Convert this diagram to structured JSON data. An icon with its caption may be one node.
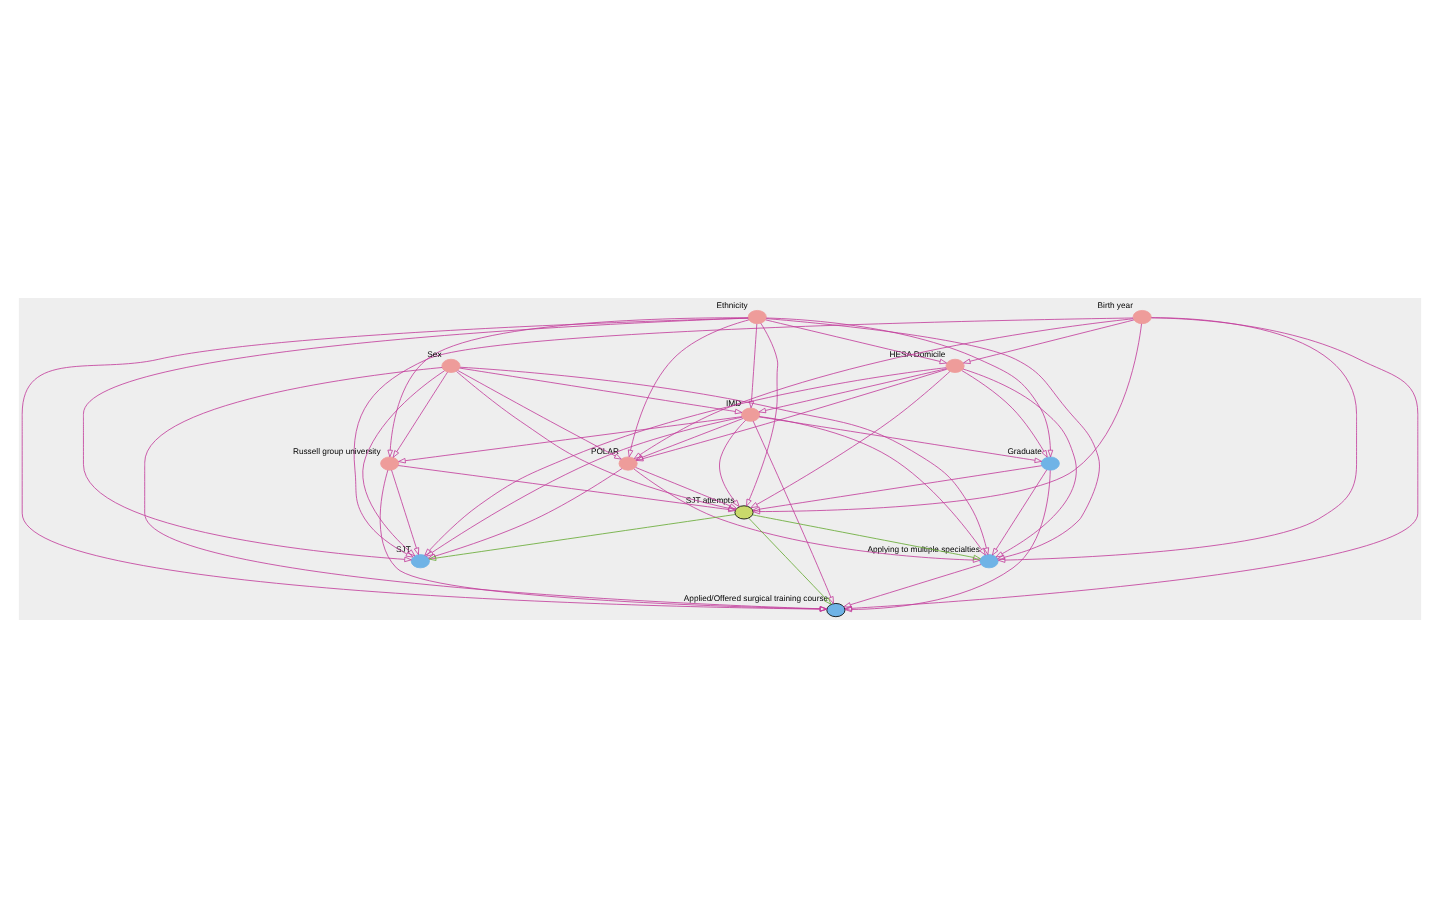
{
  "diagram": {
    "nodes": [
      {
        "text": [],
        "shape": "circle",
        "beside": [
          "Birth year"
        ]
      },
      {
        "text": [],
        "shape": "circle",
        "beside": [
          "HESA Domicile"
        ]
      },
      {
        "text": [],
        "shape": "circle",
        "beside": [
          "Ethnicity"
        ]
      },
      {
        "text": [],
        "shape": "circle",
        "beside": [
          "Graduate"
        ]
      },
      {
        "text": [],
        "shape": "circle",
        "beside": [
          "Sex"
        ]
      },
      {
        "text": [],
        "shape": "circle",
        "beside": [
          "IMD"
        ]
      },
      {
        "text": [],
        "shape": "circle",
        "beside": [
          "Applying to multiple specialties"
        ]
      },
      {
        "text": [],
        "shape": "circle",
        "beside": [
          "POLAR"
        ]
      },
      {
        "text": [],
        "shape": "circle",
        "beside": [
          "Applied/Offered surgical training course"
        ]
      },
      {
        "text": [],
        "shape": "circle",
        "beside": [
          "SJT"
        ]
      },
      {
        "text": [],
        "shape": "circle",
        "beside": [
          "SJT attempts"
        ]
      },
      {
        "text": [],
        "shape": "circle",
        "beside": [
          "Russell group university"
        ]
      }
    ],
    "edges": [
      {
        "from": 0,
        "to": 1,
        "arrow": "to"
      },
      {
        "from": 0,
        "to": 7,
        "arrow": "to"
      },
      {
        "from": 0,
        "to": 9,
        "arrow": "to"
      },
      {
        "from": 0,
        "to": 10,
        "arrow": "to"
      },
      {
        "from": 0,
        "to": 6,
        "arrow": "to"
      },
      {
        "from": 0,
        "to": 8,
        "arrow": "to"
      },
      {
        "from": 2,
        "to": 1,
        "arrow": "to"
      },
      {
        "from": 2,
        "to": 3,
        "arrow": "to"
      },
      {
        "from": 2,
        "to": 5,
        "arrow": "to"
      },
      {
        "from": 2,
        "to": 7,
        "arrow": "to"
      },
      {
        "from": 2,
        "to": 9,
        "arrow": "to"
      },
      {
        "from": 2,
        "to": 10,
        "arrow": "to"
      },
      {
        "from": 2,
        "to": 6,
        "arrow": "to"
      },
      {
        "from": 2,
        "to": 8,
        "arrow": "to"
      },
      {
        "from": 2,
        "to": 11,
        "arrow": "to"
      },
      {
        "from": 1,
        "to": 3,
        "arrow": "to"
      },
      {
        "from": 1,
        "to": 5,
        "arrow": "to"
      },
      {
        "from": 1,
        "to": 6,
        "arrow": "to"
      },
      {
        "from": 1,
        "to": 10,
        "arrow": "to"
      },
      {
        "from": 1,
        "to": 9,
        "arrow": "to"
      },
      {
        "from": 1,
        "to": 7,
        "arrow": "to"
      },
      {
        "from": 4,
        "to": 5,
        "arrow": "to"
      },
      {
        "from": 4,
        "to": 7,
        "arrow": "to"
      },
      {
        "from": 4,
        "to": 9,
        "arrow": "to"
      },
      {
        "from": 4,
        "to": 10,
        "arrow": "to"
      },
      {
        "from": 4,
        "to": 6,
        "arrow": "to"
      },
      {
        "from": 4,
        "to": 8,
        "arrow": "to"
      },
      {
        "from": 4,
        "to": 11,
        "arrow": "to"
      },
      {
        "from": 5,
        "to": 3,
        "arrow": "to"
      },
      {
        "from": 5,
        "to": 7,
        "arrow": "to"
      },
      {
        "from": 5,
        "to": 9,
        "arrow": "to"
      },
      {
        "from": 5,
        "to": 10,
        "arrow": "to"
      },
      {
        "from": 5,
        "to": 6,
        "arrow": "to"
      },
      {
        "from": 5,
        "to": 8,
        "arrow": "to"
      },
      {
        "from": 5,
        "to": 11,
        "arrow": "to"
      },
      {
        "from": 3,
        "to": 6,
        "arrow": "to"
      },
      {
        "from": 3,
        "to": 8,
        "arrow": "to"
      },
      {
        "from": 3,
        "to": 10,
        "arrow": "to"
      },
      {
        "from": 7,
        "to": 9,
        "arrow": "to"
      },
      {
        "from": 7,
        "to": 10,
        "arrow": "to"
      },
      {
        "from": 7,
        "to": 6,
        "arrow": "to"
      },
      {
        "from": 6,
        "to": 8,
        "arrow": "to"
      },
      {
        "from": 11,
        "to": 10,
        "arrow": "to"
      },
      {
        "from": 11,
        "to": 9,
        "arrow": "to"
      },
      {
        "from": 11,
        "to": 8,
        "arrow": "to"
      },
      {
        "from": 10,
        "to": 9,
        "arrow": "to",
        "color": "#66aa33"
      },
      {
        "from": 10,
        "to": 6,
        "arrow": "to",
        "color": "#66aa33"
      },
      {
        "from": 10,
        "to": 8,
        "arrow": "to",
        "color": "#66aa33"
      }
    ]
  }
}
